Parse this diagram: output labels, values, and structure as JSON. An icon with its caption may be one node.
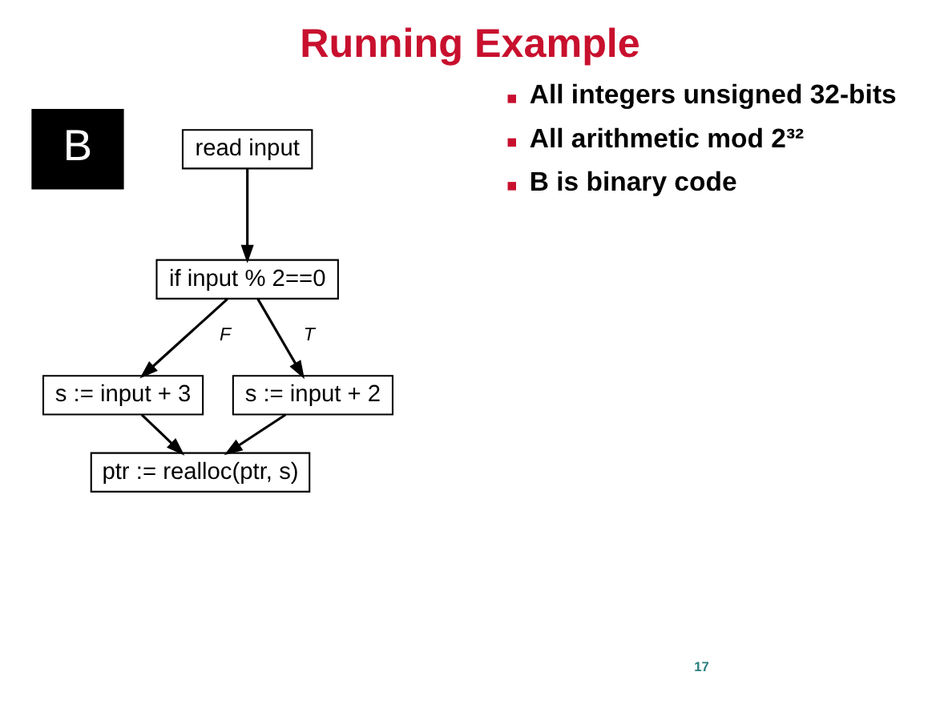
{
  "diagram": {
    "title": "Running Example",
    "nodes": [
      {
        "text": [
          "B"
        ]
      },
      {
        "text": [
          "read input"
        ]
      },
      {
        "text": [
          "if input % 2==0"
        ]
      },
      {
        "text": [
          "s := input + 3"
        ]
      },
      {
        "text": [
          "s := input + 2"
        ]
      },
      {
        "text": [
          "ptr := realloc(ptr, s)"
        ]
      }
    ],
    "edges": [
      {
        "from": 1,
        "to": 2,
        "arrow": "to"
      },
      {
        "from": 2,
        "to": 3,
        "arrow": "to",
        "label": "F"
      },
      {
        "from": 2,
        "to": 4,
        "arrow": "to",
        "label": "T"
      },
      {
        "from": 3,
        "to": 5,
        "arrow": "to"
      },
      {
        "from": 4,
        "to": 5,
        "arrow": "to"
      }
    ],
    "labels": [
      "All integers unsigned 32-bits",
      "All arithmetic mod 2³²",
      "B is binary code",
      "17"
    ]
  }
}
